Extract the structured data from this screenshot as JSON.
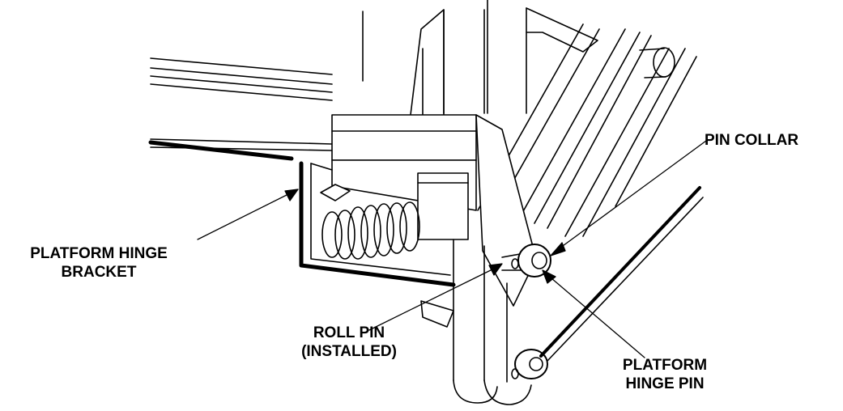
{
  "figure": {
    "callouts": {
      "pin_collar": {
        "line1": "PIN COLLAR"
      },
      "platform_hinge_bracket": {
        "line1": "PLATFORM HINGE",
        "line2": "BRACKET"
      },
      "roll_pin": {
        "line1": "ROLL PIN",
        "line2": "(INSTALLED)"
      },
      "platform_hinge_pin": {
        "line1": "PLATFORM",
        "line2": "HINGE PIN"
      }
    },
    "colors": {
      "line": "#000000",
      "background": "#ffffff"
    }
  }
}
